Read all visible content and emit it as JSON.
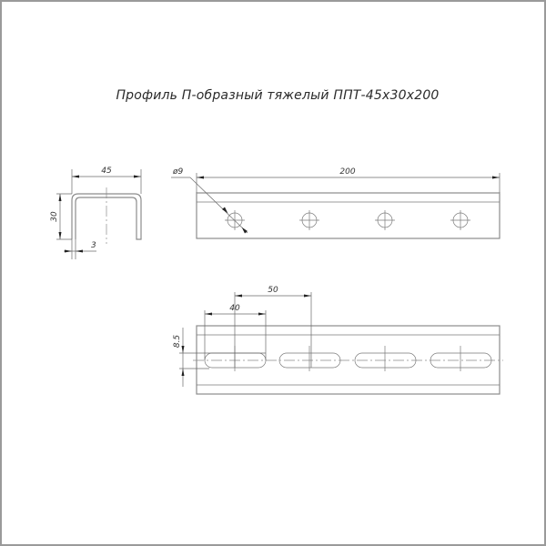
{
  "drawing": {
    "title": "Профиль П-образный тяжелый ППТ-45х30х200",
    "line_color": "#8c8c8c",
    "border_color": "#9a9a9a"
  },
  "side_view": {
    "width_label": "45",
    "height_label": "30",
    "thickness_label": "3"
  },
  "front_view": {
    "hole_diameter_label": "ø9",
    "length_label": "200",
    "hole_count": 4
  },
  "bottom_view": {
    "slot_length_label": "40",
    "slot_pitch_label": "50",
    "slot_width_label": "8.5",
    "slot_count": 4
  }
}
